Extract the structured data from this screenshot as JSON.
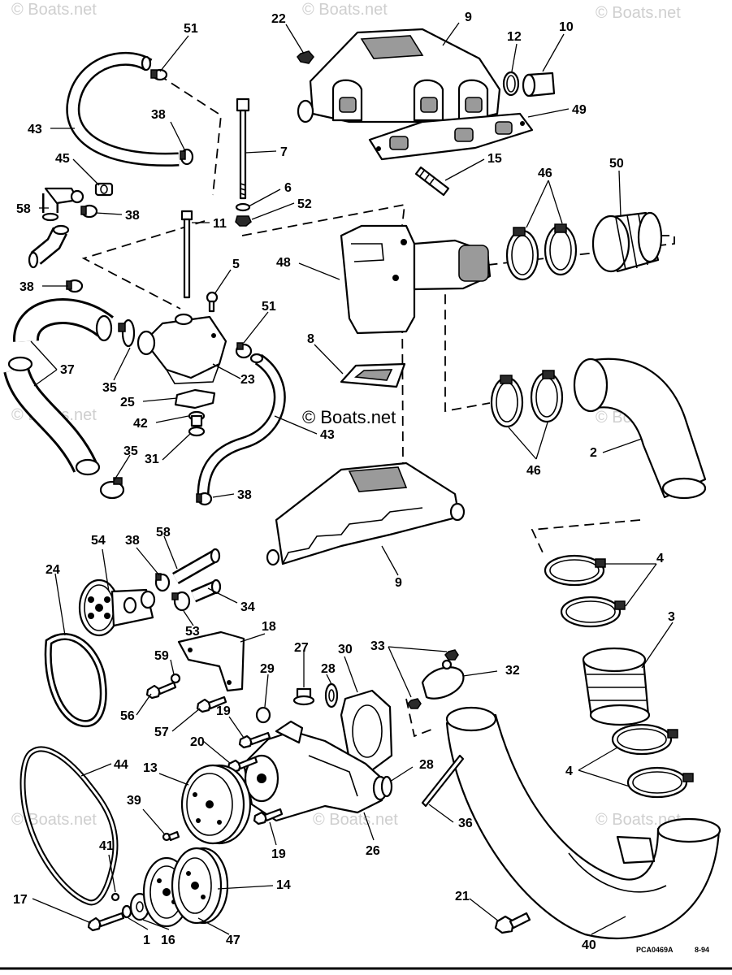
{
  "watermarks": [
    "© Boats.net",
    "© Boats.net",
    "© Boats.net",
    "© Boats.net",
    "© Boats.net",
    "© Boats.net",
    "© Boats.net",
    "© Boats.net"
  ],
  "center_watermark": "© Boats.net",
  "drawing_code": "PCA0469A",
  "drawing_date": "8-94",
  "callouts": [
    "51",
    "22",
    "9",
    "12",
    "10",
    "43",
    "38",
    "49",
    "7",
    "45",
    "15",
    "46",
    "50",
    "58",
    "38",
    "6",
    "52",
    "11",
    "5",
    "48",
    "38",
    "51",
    "37",
    "35",
    "23",
    "25",
    "8",
    "42",
    "31",
    "43",
    "35",
    "38",
    "2",
    "46",
    "9",
    "54",
    "38",
    "58",
    "24",
    "34",
    "53",
    "4",
    "18",
    "3",
    "27",
    "30",
    "33",
    "32",
    "59",
    "29",
    "28",
    "56",
    "57",
    "19",
    "20",
    "28",
    "13",
    "44",
    "39",
    "36",
    "4",
    "19",
    "26",
    "41",
    "14",
    "17",
    "1",
    "16",
    "47",
    "21",
    "40"
  ],
  "colors": {
    "ink": "#000000",
    "paper": "#ffffff",
    "watermark": "#cfcfcf",
    "shading": "#9a9a9a"
  }
}
